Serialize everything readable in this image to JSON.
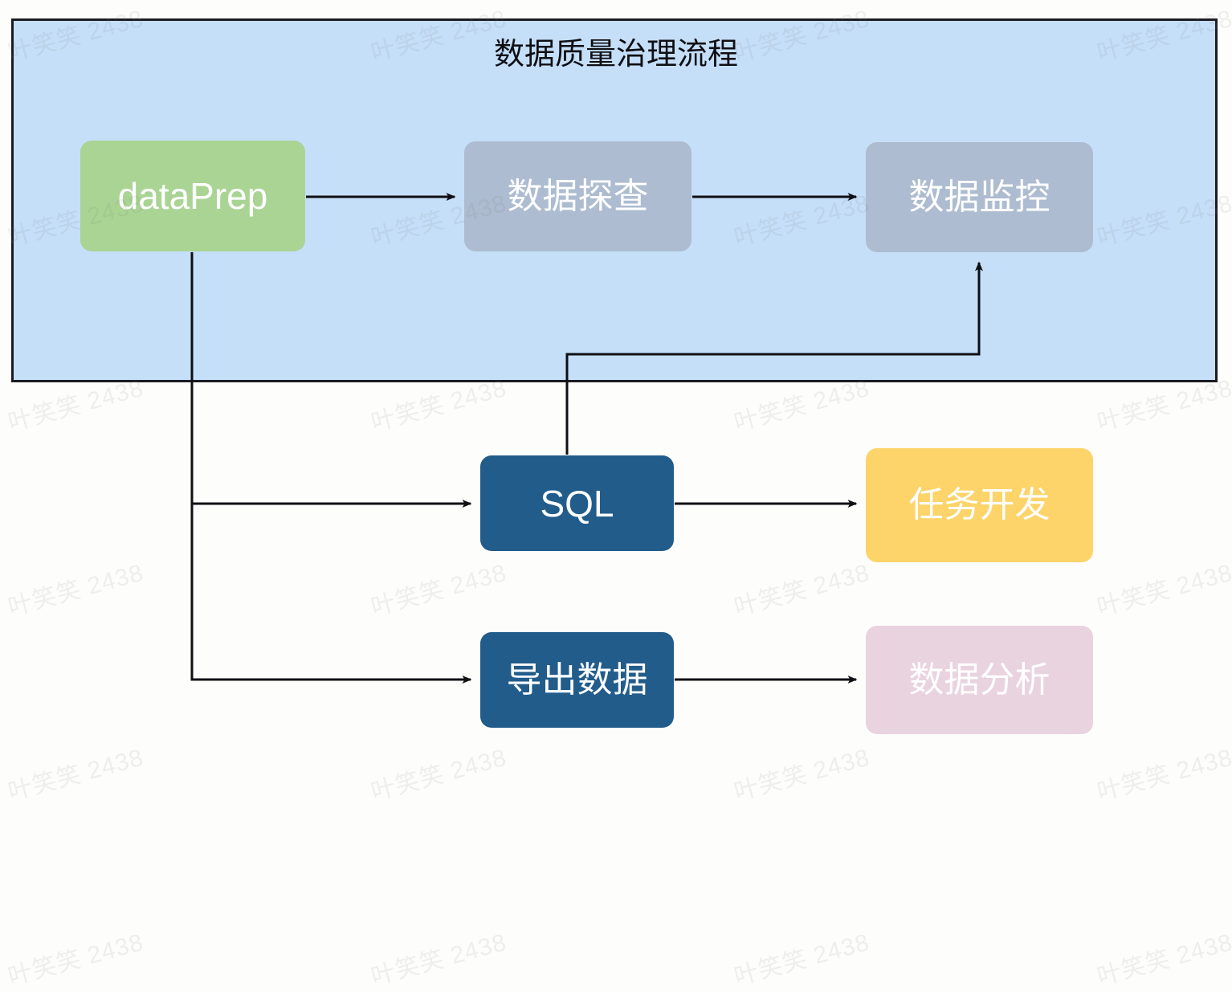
{
  "diagram": {
    "title": "数据质量治理流程",
    "watermark_text": "叶笑笑 2438",
    "background_color": "#fdfdfb",
    "group_fill": "#c5dff8",
    "group_border": "#1b1b23",
    "edge_color": "#0f0f14"
  },
  "nodes": [
    {
      "id": "dataprep",
      "label": "dataPrep",
      "fill": "#a9d494",
      "text_color": "#ffffff",
      "script": "latin"
    },
    {
      "id": "explore",
      "label": "数据探查",
      "fill": "#adbcd0",
      "text_color": "#ffffff",
      "script": "cjk"
    },
    {
      "id": "monitor",
      "label": "数据监控",
      "fill": "#adbcd0",
      "text_color": "#ffffff",
      "script": "cjk"
    },
    {
      "id": "sql",
      "label": "SQL",
      "fill": "#225c8b",
      "text_color": "#ffffff",
      "script": "latin"
    },
    {
      "id": "taskdev",
      "label": "任务开发",
      "fill": "#fcd469",
      "text_color": "#ffffff",
      "script": "cjk"
    },
    {
      "id": "export",
      "label": "导出数据",
      "fill": "#225c8b",
      "text_color": "#ffffff",
      "script": "cjk"
    },
    {
      "id": "analysis",
      "label": "数据分析",
      "fill": "#e9d3de",
      "text_color": "#ffffff",
      "script": "cjk"
    }
  ],
  "edges": [
    {
      "from": "dataprep",
      "to": "explore"
    },
    {
      "from": "explore",
      "to": "monitor"
    },
    {
      "from": "dataprep",
      "to": "sql"
    },
    {
      "from": "dataprep",
      "to": "export"
    },
    {
      "from": "sql",
      "to": "monitor"
    },
    {
      "from": "sql",
      "to": "taskdev"
    },
    {
      "from": "export",
      "to": "analysis"
    }
  ]
}
